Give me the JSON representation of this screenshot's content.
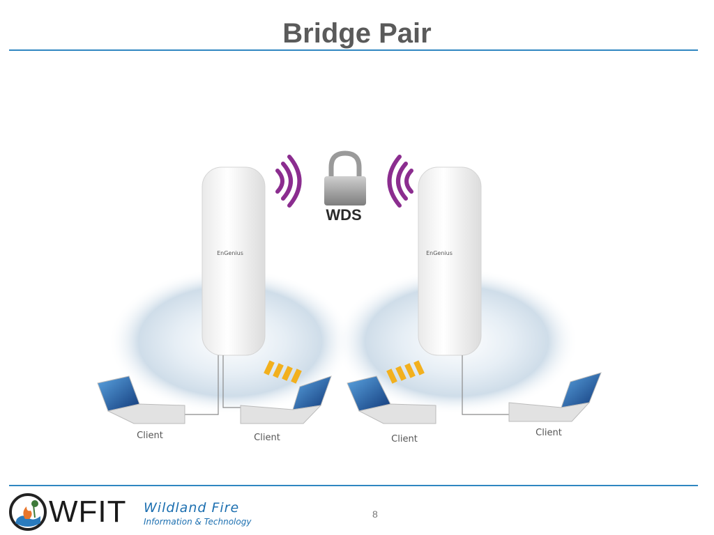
{
  "slide": {
    "title": "Bridge Pair",
    "page_number": "8"
  },
  "diagram": {
    "device_label": "EnGenius",
    "link_label": "WDS",
    "clients": [
      "Client",
      "Client",
      "Client",
      "Client"
    ]
  },
  "footer": {
    "logo_text": "WFIT",
    "brand_line1": "Wildland Fire",
    "brand_line2": "Information & Technology"
  },
  "colors": {
    "accent_rule": "#2f86c1",
    "wave": "#8b2d8f",
    "signal": "#f2b01e",
    "brand_blue": "#1c6fb0"
  }
}
